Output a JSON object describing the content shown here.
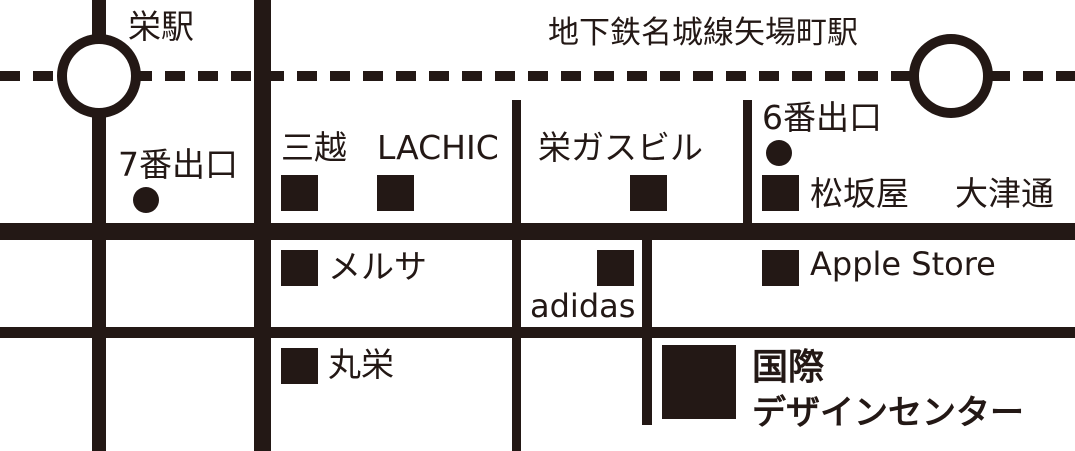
{
  "colors": {
    "ink": "#231815",
    "paper": "#ffffff"
  },
  "stations": {
    "sakae": {
      "label": "栄駅"
    },
    "yabacho": {
      "label": "地下鉄名城線矢場町駅"
    }
  },
  "exits": {
    "exit7": {
      "label": "7番出口"
    },
    "exit6": {
      "label": "6番出口"
    }
  },
  "buildings": {
    "mitsukoshi": "三越",
    "lachic": "LACHIC",
    "sakae_gas": "栄ガスビル",
    "matsuzakaya": "松坂屋",
    "melsa": "メルサ",
    "adidas": "adidas",
    "apple_store": "Apple Store",
    "marusakae": "丸栄",
    "destination_line1": "国際",
    "destination_line2": "デザインセンター"
  },
  "streets": {
    "otsu_dori": "大津通"
  }
}
